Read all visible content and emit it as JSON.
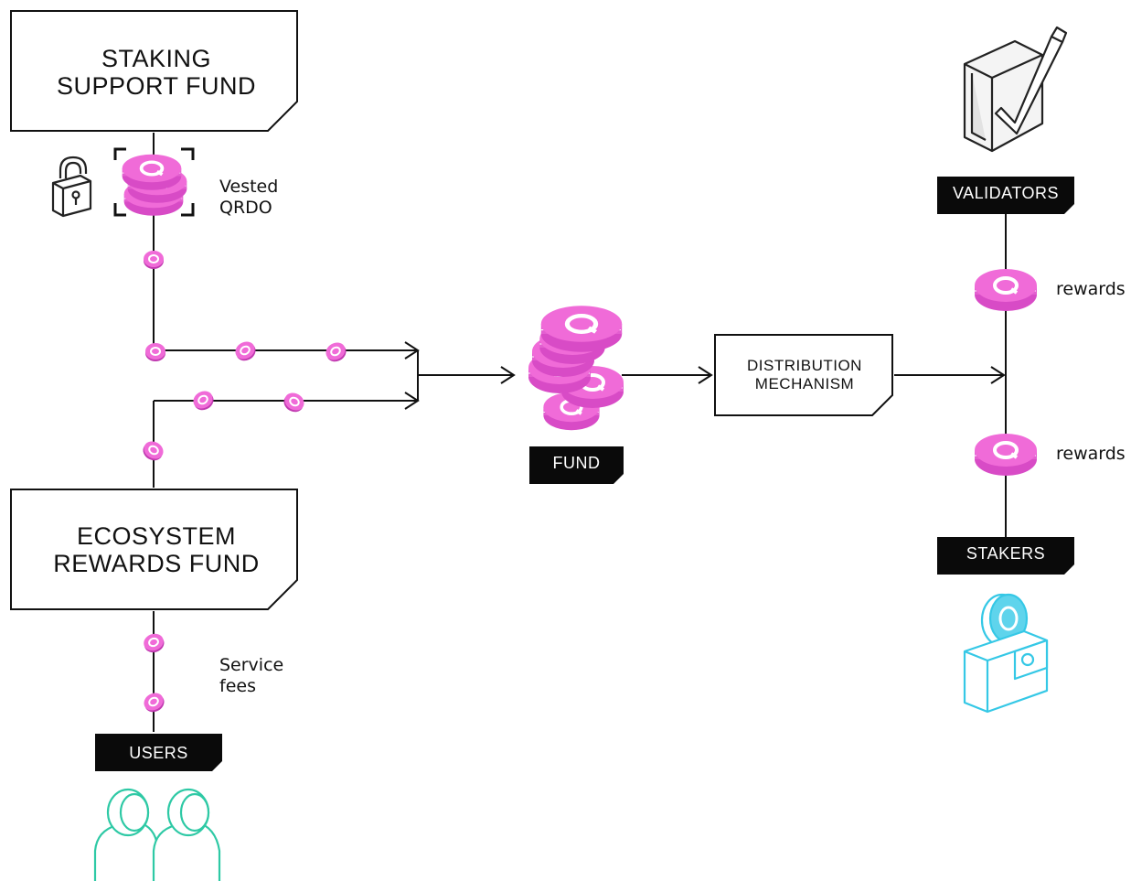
{
  "boxes": {
    "staking_support_fund": [
      "STAKING",
      "SUPPORT FUND"
    ],
    "ecosystem_rewards_fund": [
      "ECOSYSTEM",
      "REWARDS FUND"
    ],
    "distribution_mechanism": [
      "DISTRIBUTION",
      "MECHANISM"
    ]
  },
  "tags": {
    "fund": "FUND",
    "validators": "VALIDATORS",
    "stakers": "STAKERS",
    "users": "USERS"
  },
  "notes": {
    "vested": [
      "Vested",
      "QRDO"
    ],
    "service_fees": [
      "Service",
      "fees"
    ],
    "rewards_validators": "rewards",
    "rewards_stakers": "rewards"
  },
  "coin_glyph": "Q",
  "colors": {
    "coin": "#f06bd8",
    "coin_dark": "#c03ab0",
    "users_icon": "#2ec9a5",
    "wallet_icon": "#35c8e6",
    "tag_bg": "#0a0a0a",
    "line": "#111111"
  },
  "icons": [
    "lock-icon",
    "checkbox-icon",
    "users-icon",
    "wallet-icon",
    "coin-icon"
  ]
}
